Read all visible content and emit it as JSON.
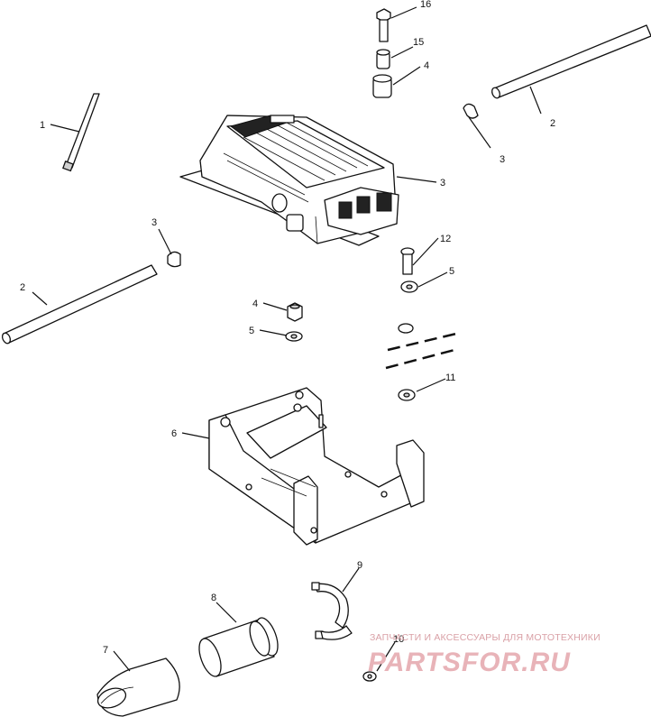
{
  "callouts": [
    {
      "id": "c1",
      "text": "1"
    },
    {
      "id": "c2a",
      "text": "2"
    },
    {
      "id": "c2b",
      "text": "2"
    },
    {
      "id": "c3a",
      "text": "3"
    },
    {
      "id": "c3b",
      "text": "3"
    },
    {
      "id": "c3c",
      "text": "3"
    },
    {
      "id": "c4a",
      "text": "4"
    },
    {
      "id": "c4b",
      "text": "4"
    },
    {
      "id": "c5a",
      "text": "5"
    },
    {
      "id": "c5b",
      "text": "5"
    },
    {
      "id": "c6",
      "text": "6"
    },
    {
      "id": "c7",
      "text": "7"
    },
    {
      "id": "c8",
      "text": "8"
    },
    {
      "id": "c9",
      "text": "9"
    },
    {
      "id": "c10",
      "text": "10"
    },
    {
      "id": "c11",
      "text": "11"
    },
    {
      "id": "c12",
      "text": "12"
    },
    {
      "id": "c15",
      "text": "15"
    },
    {
      "id": "c16",
      "text": "16"
    }
  ],
  "watermark": {
    "tagline": "ЗАПЧАСТИ И АКСЕССУАРЫ ДЛЯ МОТОТЕХНИКИ",
    "brand": "PARTSFOR.RU"
  },
  "colors": {
    "ink": "#111111",
    "watermark": "#e8b3b8"
  }
}
